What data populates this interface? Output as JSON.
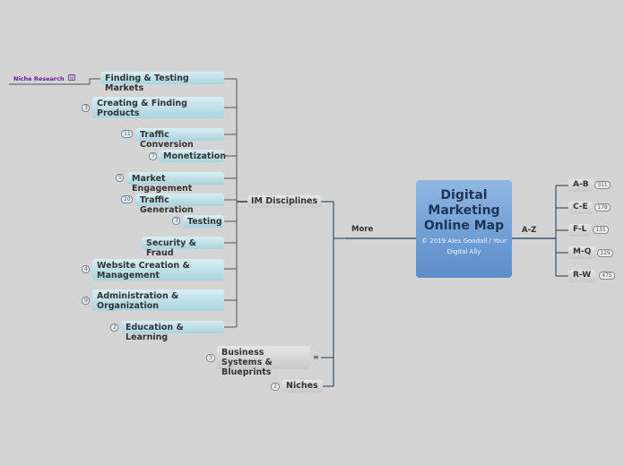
{
  "central": {
    "title": "Digital Marketing Online Map",
    "subtitle": "© 2019 Alex Goodall / Your Digital Ally"
  },
  "branches": {
    "more": "More",
    "az": "A-Z",
    "im_disciplines": "IM Disciplines"
  },
  "im_topics": [
    {
      "label": "Finding & Testing Markets",
      "count": ""
    },
    {
      "label": "Creating & Finding Products",
      "count": "3"
    },
    {
      "label": "Traffic Conversion",
      "count": "11"
    },
    {
      "label": "Monetization",
      "count": "7"
    },
    {
      "label": "Market Engagement",
      "count": "5"
    },
    {
      "label": "Traffic Generation",
      "count": "20"
    },
    {
      "label": "Testing",
      "count": "3"
    },
    {
      "label": "Security & Fraud",
      "count": ""
    },
    {
      "label": "Website Creation & Management",
      "count": "4"
    },
    {
      "label": "Administration & Organization",
      "count": "9"
    },
    {
      "label": "Education & Learning",
      "count": "2"
    }
  ],
  "niche_research": {
    "label": "Niche Research",
    "icon": "note-icon"
  },
  "more_topics": [
    {
      "label": "Business Systems & Blueprints",
      "count": "3",
      "icon": "menu-icon"
    },
    {
      "label": "Niches",
      "count": "2"
    }
  ],
  "az_topics": [
    {
      "label": "A-B",
      "count": "311"
    },
    {
      "label": "C-E",
      "count": "178"
    },
    {
      "label": "F-L",
      "count": "131"
    },
    {
      "label": "M-Q",
      "count": "129"
    },
    {
      "label": "R-W",
      "count": "475"
    }
  ],
  "colors": {
    "connector_dark": "#1f3b57",
    "connector_light": "#888888",
    "central": "#6f9dd3",
    "topic_blue": "#a9d3de",
    "topic_grey": "#c9c9c9"
  }
}
